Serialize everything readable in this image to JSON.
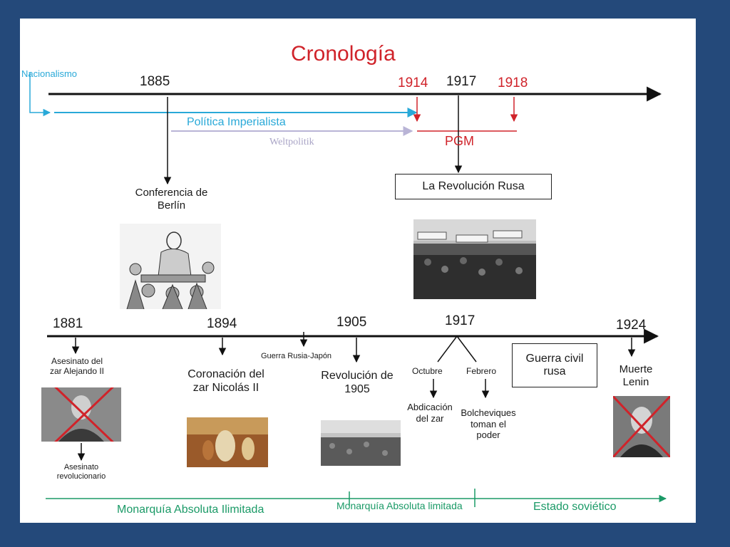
{
  "title": "Cronología",
  "top": {
    "nationalism": "Nacionalismo",
    "y1885": "1885",
    "y1914": "1914",
    "y1917": "1917",
    "y1918": "1918",
    "imperialism": "Política Imperialista",
    "weltpolitik": "Weltpolitik",
    "pgm": "PGM",
    "berlin_line1": "Conferencia de",
    "berlin_line2": "Berlín",
    "revolution_box": "La Revolución Rusa"
  },
  "bottom": {
    "y1881": "1881",
    "y1894": "1894",
    "y1905": "1905",
    "y1917": "1917",
    "y1924": "1924",
    "assassination_line1": "Asesinato del",
    "assassination_line2": "zar Alejando II",
    "assassin_line1": "Asesinato",
    "assassin_line2": "revolucionario",
    "war_japan": "Guerra Rusia-Japón",
    "coronation_line1": "Coronación del",
    "coronation_line2": "zar Nicolás II",
    "rev1905_line1": "Revolución de",
    "rev1905_line2": "1905",
    "october": "Octubre",
    "february": "Febrero",
    "abdication_line1": "Abdicación",
    "abdication_line2": "del zar",
    "bolsheviks_line1": "Bolcheviques",
    "bolsheviks_line2": "toman el",
    "bolsheviks_line3": "poder",
    "civil_war_line1": "Guerra civil",
    "civil_war_line2": "rusa",
    "lenin_line1": "Muerte",
    "lenin_line2": "Lenin"
  },
  "periods": {
    "p1": "Monarquía Absoluta Ilimitada",
    "p2": "Monarquía Absoluta limitada",
    "p3": "Estado soviético"
  },
  "colors": {
    "red": "#d0232a",
    "cyan": "#29a9d8",
    "green": "#1b9a67",
    "lavender": "#b9b4d6"
  }
}
